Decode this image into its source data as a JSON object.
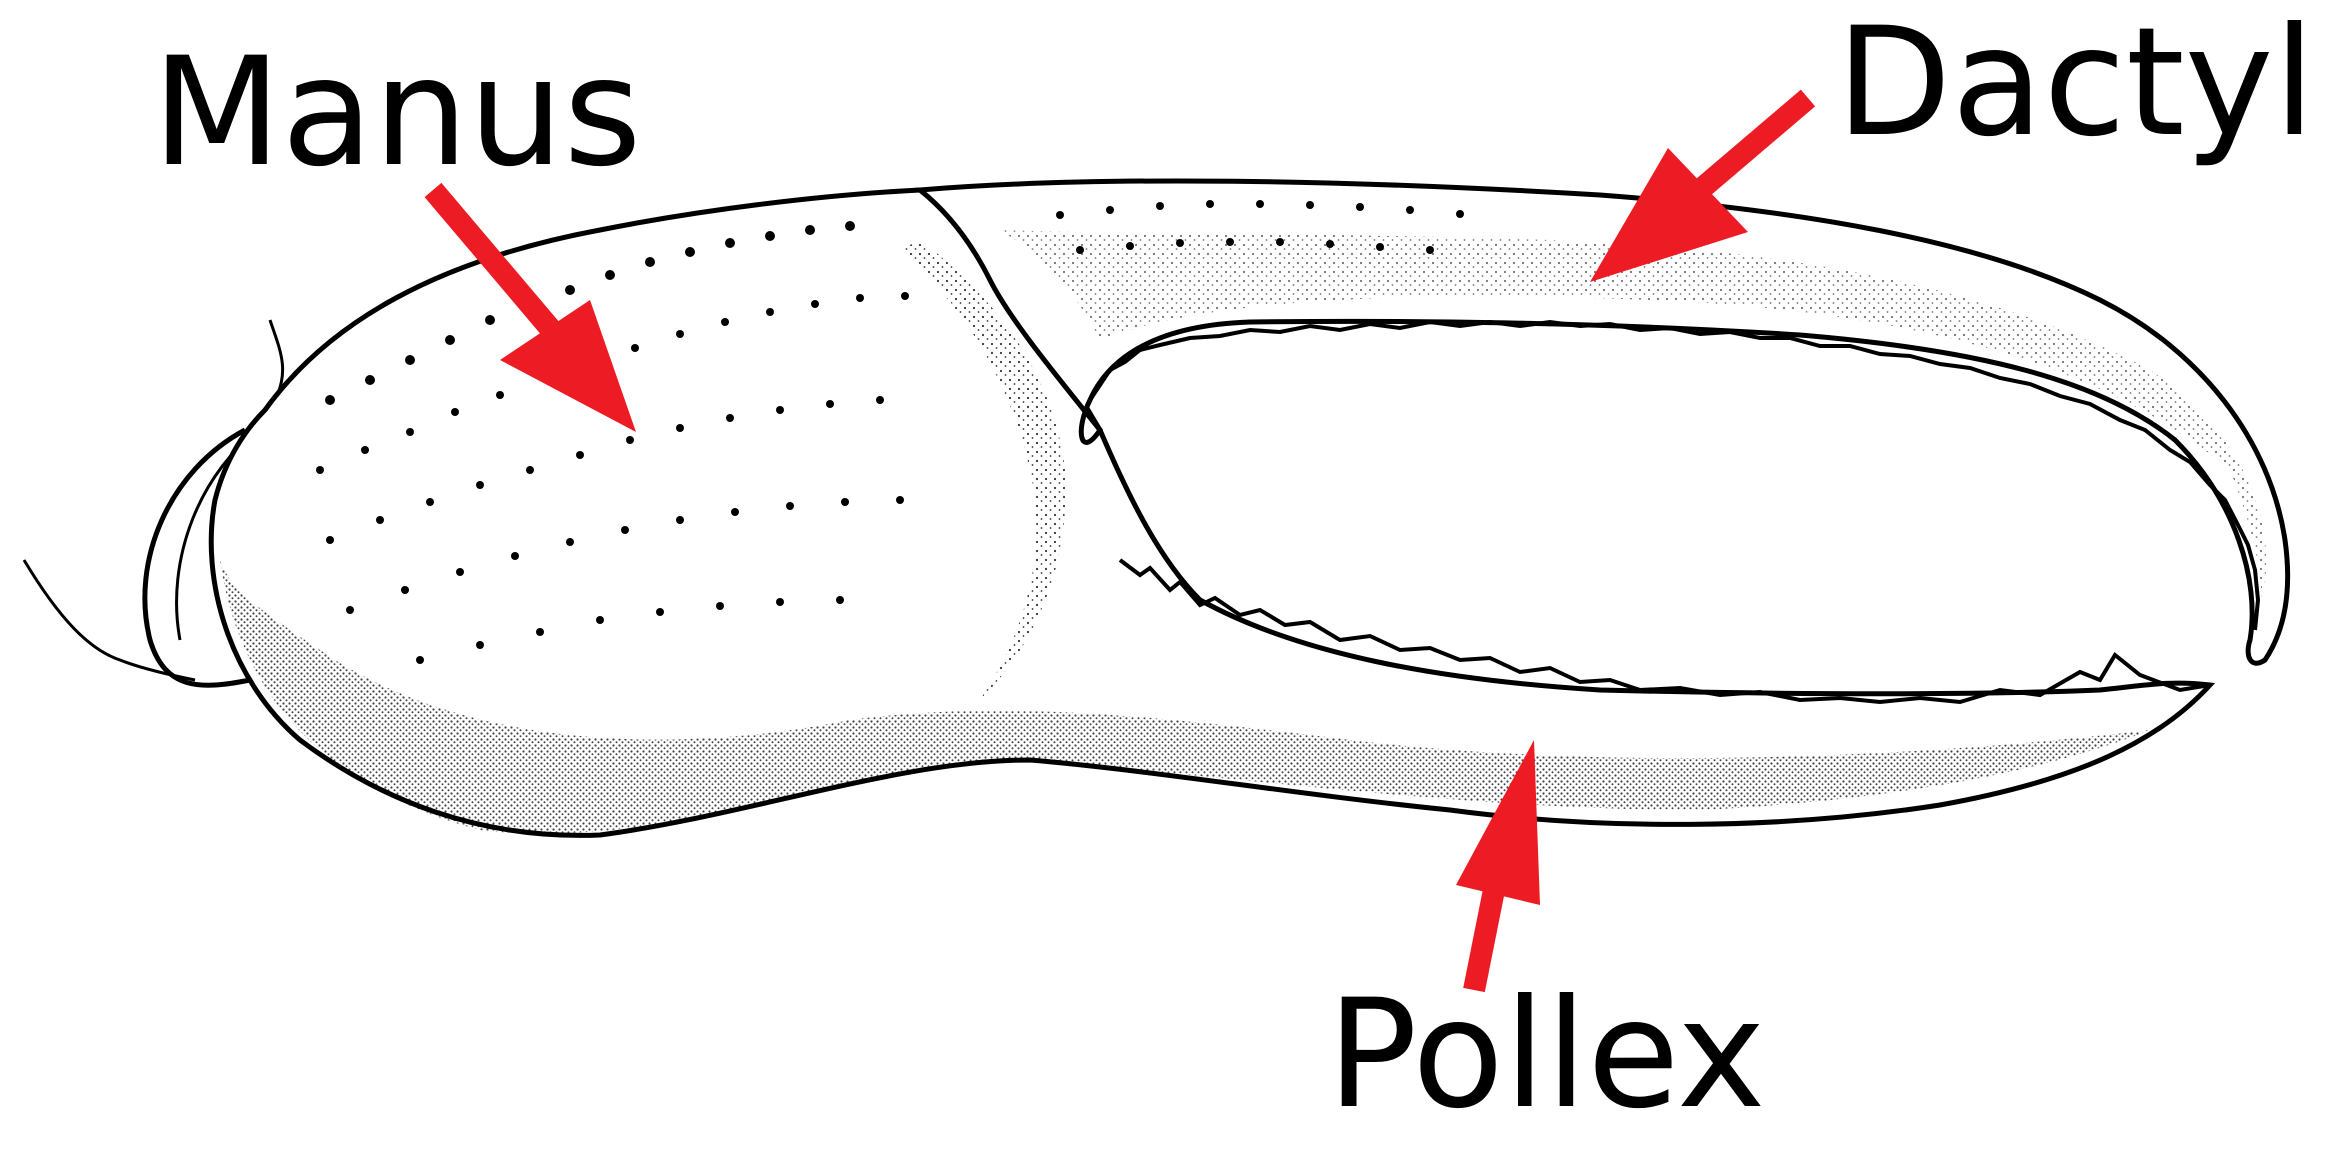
{
  "labels": {
    "manus": "Manus",
    "dactyl": "Dactyl",
    "pollex": "Pollex"
  },
  "colors": {
    "arrow": "#ed1c24",
    "ink": "#000000",
    "background": "#ffffff"
  },
  "icons": {
    "manus_arrow": "arrow-down-right-icon",
    "dactyl_arrow": "arrow-down-left-icon",
    "pollex_arrow": "arrow-up-icon"
  }
}
